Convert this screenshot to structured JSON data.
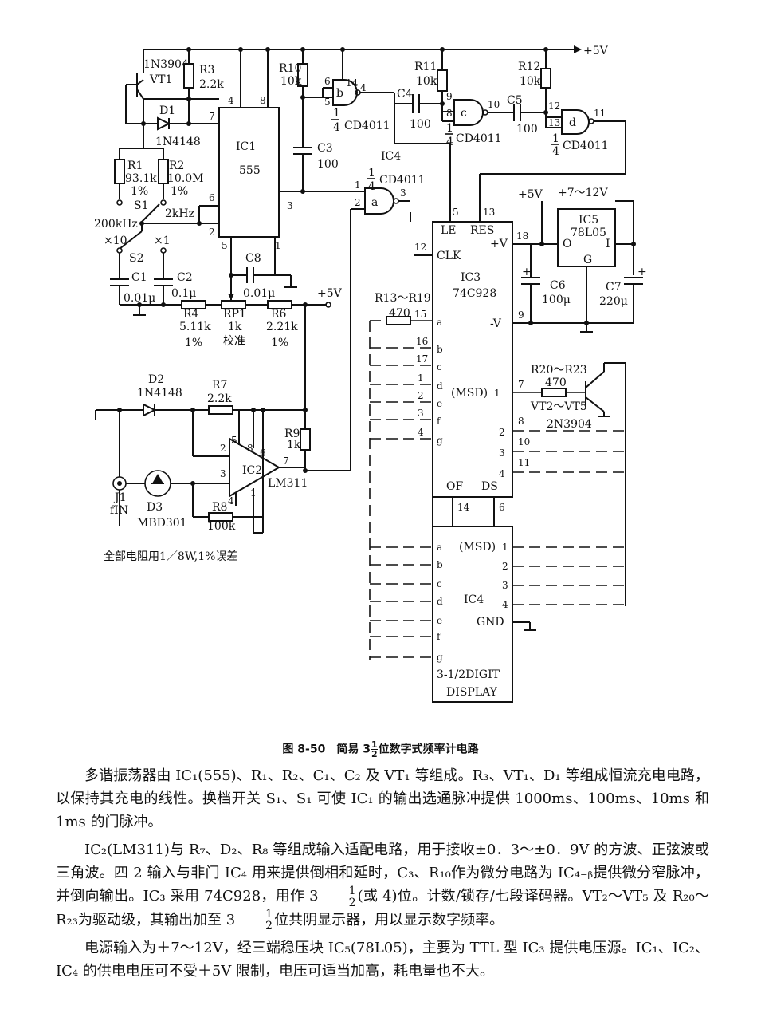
{
  "diagram": {
    "ic1": {
      "name": "IC1",
      "type": "555",
      "pins": [
        "4",
        "8",
        "7",
        "6",
        "2",
        "5",
        "1",
        "3"
      ]
    },
    "ic2": {
      "name": "IC2",
      "type": "LM311",
      "pins": [
        "2",
        "3",
        "5",
        "8",
        "6",
        "7",
        "1",
        "4"
      ]
    },
    "ic3": {
      "name": "IC3",
      "type": "74C928",
      "pins_left": [
        "5",
        "13",
        "12"
      ],
      "labels": [
        "LE",
        "RES",
        "CLK",
        "+V",
        "-V",
        "OF",
        "DS",
        "(MSD)"
      ],
      "pin_nums": [
        "18",
        "9",
        "15",
        "16",
        "17",
        "1",
        "2",
        "3",
        "4",
        "1",
        "2",
        "3",
        "4",
        "14",
        "6"
      ]
    },
    "ic4": {
      "name": "IC4",
      "label": "CD4011",
      "frac": "1/4"
    },
    "ic5": {
      "name": "IC5",
      "type": "78L05",
      "pins": [
        "O",
        "G",
        "I"
      ]
    },
    "display": {
      "name": "IC4",
      "type": "3-1/2DIGIT",
      "sub": "DISPLAY",
      "gnd": "GND",
      "msd": "(MSD)"
    },
    "segments": [
      "a",
      "b",
      "c",
      "d",
      "e",
      "f",
      "g"
    ],
    "digits": [
      "1",
      "2",
      "3",
      "4"
    ],
    "components": {
      "r1": [
        "R1",
        "93.1k",
        "1%"
      ],
      "r2": [
        "R2",
        "10.0M",
        "1%"
      ],
      "r3": [
        "R3",
        "2.2k"
      ],
      "r4": [
        "R4",
        "5.11k",
        "1%"
      ],
      "r6": [
        "R6",
        "2.21k",
        "1%"
      ],
      "rp1": [
        "RP1",
        "1k",
        "校准"
      ],
      "r7": [
        "R7",
        "2.2k"
      ],
      "r8": [
        "R8",
        "100k"
      ],
      "r9": [
        "R9",
        "1k"
      ],
      "r10": [
        "R10",
        "10k"
      ],
      "r11": [
        "R11",
        "10k"
      ],
      "r12": [
        "R12",
        "10k"
      ],
      "r13": [
        "R13～R19",
        "470"
      ],
      "r20": [
        "R20～R23",
        "470"
      ],
      "vt1": [
        "1N3904",
        "VT1"
      ],
      "vt2": [
        "VT2～VT5",
        "2N3904"
      ],
      "d1": [
        "D1",
        "1N4148"
      ],
      "d2": [
        "D2",
        "1N4148"
      ],
      "d3": [
        "D3",
        "MBD301"
      ],
      "c1": [
        "C1",
        "0.01μ"
      ],
      "c2": [
        "C2",
        "0.1μ"
      ],
      "c3": [
        "C3",
        "100"
      ],
      "c4": [
        "C4",
        "100"
      ],
      "c5": [
        "C5",
        "100"
      ],
      "c6": [
        "C6",
        "100μ"
      ],
      "c7": [
        "C7",
        "220μ"
      ],
      "c8": [
        "C8",
        "0.01μ"
      ],
      "s1": "S1",
      "s2": "S2",
      "jin": [
        "J1",
        "fIN"
      ],
      "gates": [
        "a",
        "b",
        "c",
        "d"
      ]
    },
    "supply": {
      "plus5": "+5V",
      "plus7_12": "+7～12V",
      "freq200": "200kHz",
      "freq2": "2kHz",
      "x10": "×10",
      "x1": "×1"
    },
    "note": "全部电阻用1／8W,1%误差"
  },
  "caption": {
    "prefix": "图 8-50　简易 3",
    "num": "1",
    "den": "2",
    "suffix": "位数字式频率计电路"
  },
  "body": {
    "p1": "多谐振荡器由 IC₁(555)、R₁、R₂、C₁、C₂ 及 VT₁ 等组成。R₃、VT₁、D₁ 等组成恒流充电电路，以保持其充电的线性。换档开关 S₁、S₁ 可使 IC₁ 的输出选通脉冲提供 1000ms、100ms、10ms 和 1ms 的门脉冲。",
    "p2a": "IC₂(LM311)与 R₇、D₂、R₈ 等组成输入适配电路，用于接收±0．3～±0．9V 的方波、正弦波或三角波。四 2 输入与非门 IC₄ 用来提供倒相和延时，C₃、R₁₀作为微分电路为 IC₄₋ᵦ提供微分窄脉冲，并倒向输出。IC₃ 采用 74C928，用作 3",
    "p2b": "(或 4)位。计数/锁存/七段译码器。VT₂～VT₅ 及 R₂₀～R₂₃为驱动级，其输出加至 3",
    "p2c": "位共阴显示器，用以显示数字频率。",
    "p3": "电源输入为＋7～12V，经三端稳压块 IC₅(78L05)，主要为 TTL 型 IC₃ 提供电压源。IC₁、IC₂、IC₄ 的供电电压可不受＋5V 限制，电压可适当加高，耗电量也不大。",
    "half_num": "1",
    "half_den": "2"
  }
}
